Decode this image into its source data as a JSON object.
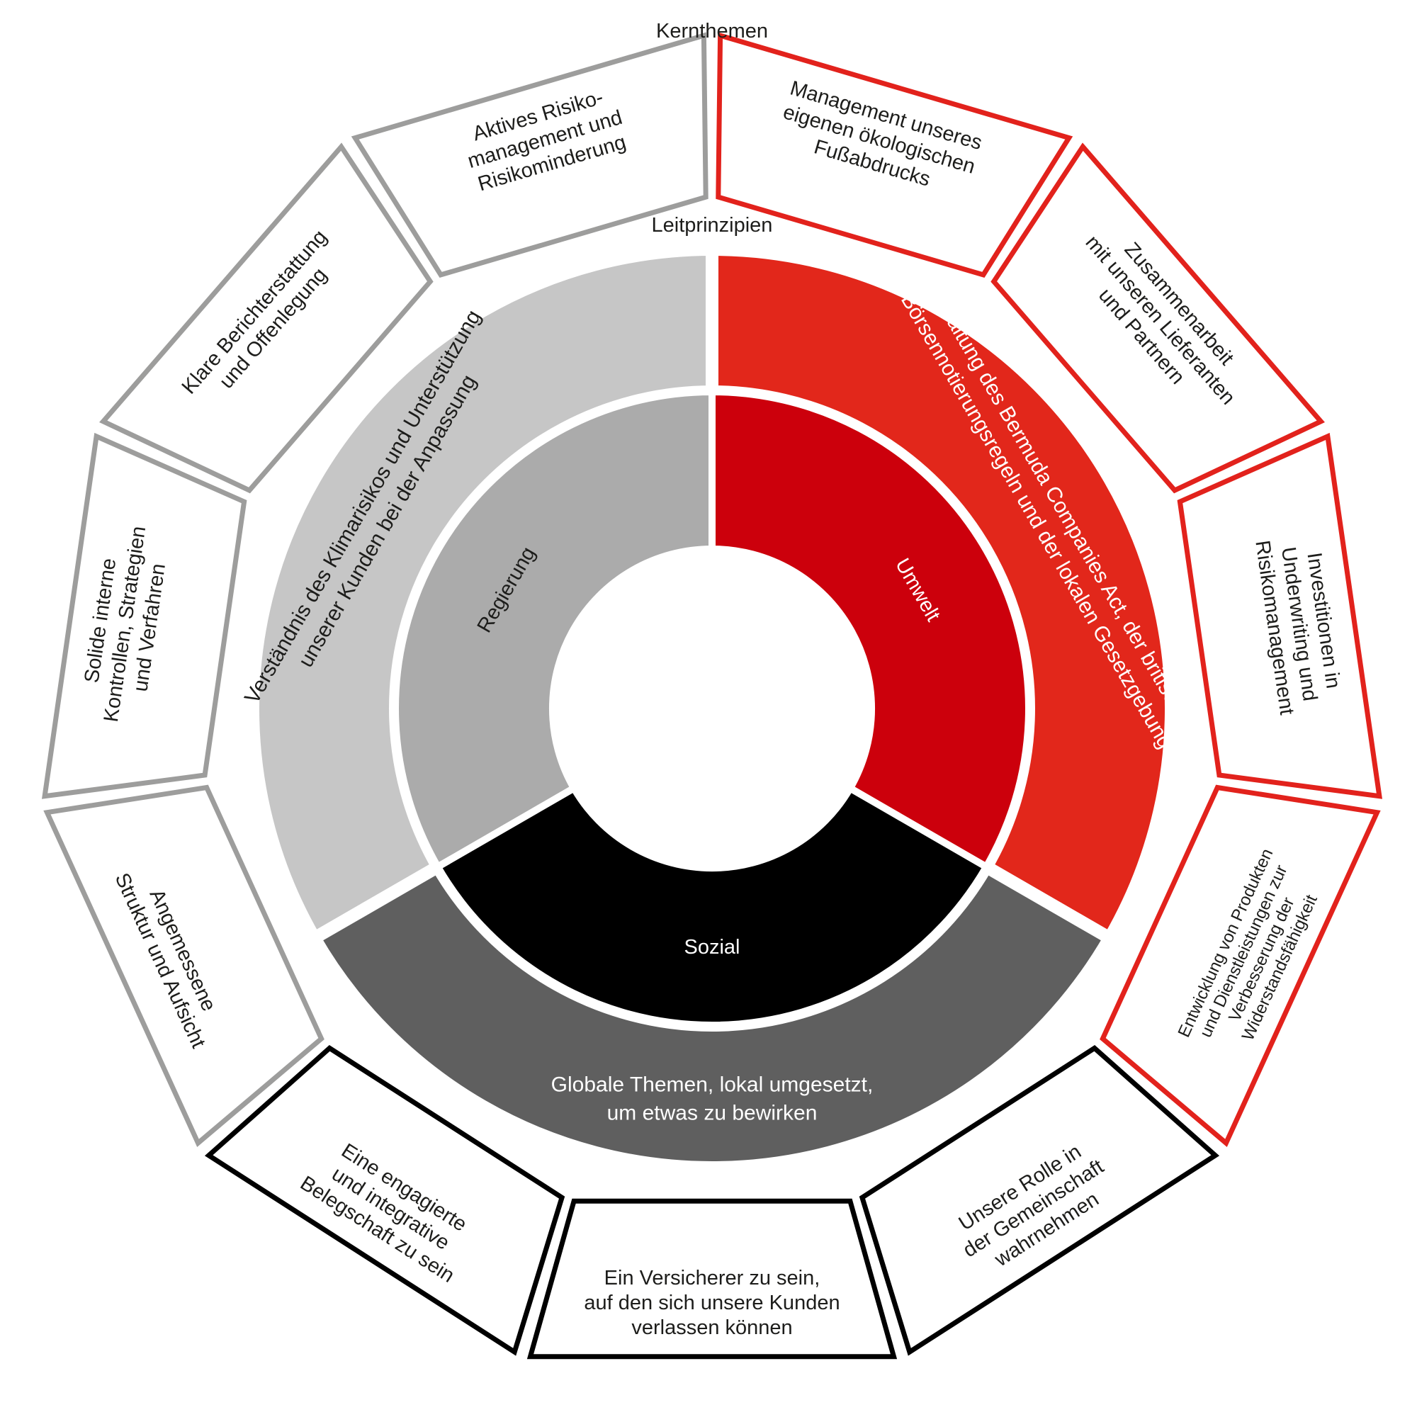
{
  "labels": {
    "kernthemen": "Kernthemen",
    "leitprinzipien": "Leitprinzipien"
  },
  "colors": {
    "gray_outline": "#9d9d9c",
    "red_outline": "#e2221c",
    "black_outline": "#000000",
    "guiding_gray": "#c6c6c6",
    "guiding_red": "#e2271b",
    "guiding_dark": "#5f5f5f",
    "pillar_gray": "#ababab",
    "pillar_red": "#cc000c",
    "pillar_black": "#000000"
  },
  "pillars": [
    {
      "id": "environment",
      "label": "Umwelt"
    },
    {
      "id": "governance",
      "label": "Regierung"
    },
    {
      "id": "social",
      "label": "Sozial"
    }
  ],
  "guiding_principles": [
    {
      "id": "environment",
      "lines": [
        "Einhaltung des Bermuda Companies Act, der britischen",
        "Börsennotierungsregeln und der lokalen Gesetzgebung"
      ]
    },
    {
      "id": "governance",
      "lines": [
        "Verständnis des Klimarisikos und Unterstützung",
        "unserer Kunden bei der Anpassung"
      ]
    },
    {
      "id": "social",
      "lines": [
        "Globale Themen, lokal umgesetzt,",
        "um etwas zu bewirken"
      ]
    }
  ],
  "core_topics": [
    {
      "group": "environment",
      "lines": [
        "Management unseres",
        "eigenen ökologischen",
        "Fußabdrucks"
      ]
    },
    {
      "group": "environment",
      "lines": [
        "Zusammenarbeit",
        "mit unseren Lieferanten",
        "und Partnern"
      ]
    },
    {
      "group": "environment",
      "lines": [
        "Investitionen in",
        "Underwriting und",
        "Risikomanagement"
      ]
    },
    {
      "group": "environment",
      "lines": [
        "Entwicklung von Produkten",
        "und Dienstleistungen zur",
        "Verbesserung der",
        "Widerstandsfähigkeit"
      ]
    },
    {
      "group": "social",
      "lines": [
        "Unsere Rolle in",
        "der Gemeinschaft",
        "wahrnehmen"
      ]
    },
    {
      "group": "social",
      "lines": [
        "Ein Versicherer zu sein,",
        "auf den sich unsere Kunden",
        "verlassen können"
      ]
    },
    {
      "group": "social",
      "lines": [
        "Eine engagierte",
        "und integrative",
        "Belegschaft zu sein"
      ]
    },
    {
      "group": "governance",
      "lines": [
        "Angemessene",
        "Struktur und Aufsicht"
      ]
    },
    {
      "group": "governance",
      "lines": [
        "Solide interne",
        "Kontrollen, Strategien",
        "und Verfahren"
      ]
    },
    {
      "group": "governance",
      "lines": [
        "Klare Berichterstattung",
        "und Offenlegung"
      ]
    },
    {
      "group": "governance",
      "lines": [
        "Aktives Risiko-",
        "management und",
        "Risikominderung"
      ]
    }
  ]
}
